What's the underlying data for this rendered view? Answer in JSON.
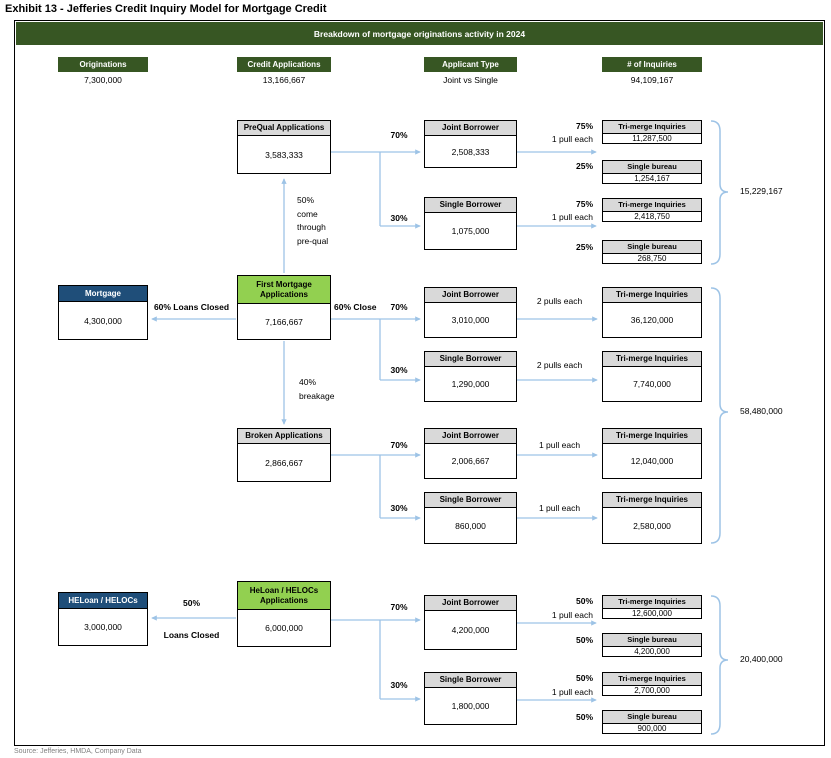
{
  "title": "Exhibit 13 - Jefferies Credit Inquiry Model for Mortgage Credit",
  "banner": "Breakdown of mortgage originations activity in 2024",
  "footer": "Source: Jefferies, HMDA, Company Data",
  "columns": {
    "originations": {
      "label": "Originations",
      "value": "7,300,000"
    },
    "credit_applications": {
      "label": "Credit Applications",
      "value": "13,166,667"
    },
    "applicant_type": {
      "label": "Applicant Type",
      "value": "Joint vs Single"
    },
    "inquiries": {
      "label": "# of Inquiries",
      "value": "94,109,167"
    }
  },
  "nodes": {
    "prequal": {
      "header": "PreQual Applications",
      "value": "3,583,333"
    },
    "joint1": {
      "header": "Joint Borrower",
      "value": "2,508,333"
    },
    "single1": {
      "header": "Single Borrower",
      "value": "1,075,000"
    },
    "tri1a": {
      "header": "Tri-merge Inquiries",
      "value": "11,287,500"
    },
    "sb1a": {
      "header": "Single bureau",
      "value": "1,254,167"
    },
    "tri1b": {
      "header": "Tri-merge Inquiries",
      "value": "2,418,750"
    },
    "sb1b": {
      "header": "Single bureau",
      "value": "268,750"
    },
    "mortgage": {
      "header": "Mortgage",
      "value": "4,300,000"
    },
    "fma": {
      "header": "First Mortgage Applications",
      "value": "7,166,667"
    },
    "joint2": {
      "header": "Joint Borrower",
      "value": "3,010,000"
    },
    "tri2a": {
      "header": "Tri-merge Inquiries",
      "value": "36,120,000"
    },
    "single2": {
      "header": "Single Borrower",
      "value": "1,290,000"
    },
    "tri2b": {
      "header": "Tri-merge Inquiries",
      "value": "7,740,000"
    },
    "broken": {
      "header": "Broken Applications",
      "value": "2,866,667"
    },
    "joint3": {
      "header": "Joint Borrower",
      "value": "2,006,667"
    },
    "tri3a": {
      "header": "Tri-merge Inquiries",
      "value": "12,040,000"
    },
    "single3": {
      "header": "Single Borrower",
      "value": "860,000"
    },
    "tri3b": {
      "header": "Tri-merge Inquiries",
      "value": "2,580,000"
    },
    "heloc": {
      "header": "HELoan / HELOCs",
      "value": "3,000,000"
    },
    "helocapp": {
      "header": "HeLoan / HELOCs Applications",
      "value": "6,000,000"
    },
    "joint4": {
      "header": "Joint Borrower",
      "value": "4,200,000"
    },
    "tri4a": {
      "header": "Tri-merge Inquiries",
      "value": "12,600,000"
    },
    "sb4a": {
      "header": "Single bureau",
      "value": "4,200,000"
    },
    "single4": {
      "header": "Single Borrower",
      "value": "1,800,000"
    },
    "tri4b": {
      "header": "Tri-merge Inquiries",
      "value": "2,700,000"
    },
    "sb4b": {
      "header": "Single bureau",
      "value": "900,000"
    }
  },
  "labels": {
    "s1_p70": "70%",
    "s1_p30": "30%",
    "s1_p75_joint": "75%",
    "s1_pull_joint": "1 pull each",
    "s1_p25_joint": "25%",
    "s1_p75_single": "75%",
    "s1_pull_single": "1 pull each",
    "s1_p25_single": "25%",
    "prequal_feedback": [
      "50%",
      "come",
      "through",
      "pre-qual"
    ],
    "s2_loans_closed": "60% Loans Closed",
    "s2_close": "60% Close",
    "s2_p70": "70%",
    "s2_p30": "30%",
    "s2_pulls_joint": "2 pulls each",
    "s2_pulls_single": "2 pulls each",
    "breakage": [
      "40%",
      "breakage"
    ],
    "s3_p70": "70%",
    "s3_p30": "30%",
    "s3_pull_joint": "1 pull each",
    "s3_pull_single": "1 pull each",
    "s4_pct": "50%",
    "s4_loans_closed": "Loans Closed",
    "s4_p70": "70%",
    "s4_p30": "30%",
    "s4_pull_joint": "1 pull each",
    "s4_pull_single": "1 pull each",
    "s4_p50_tri_joint": "50%",
    "s4_p50_sb_joint": "50%",
    "s4_p50_tri_single": "50%",
    "s4_p50_sb_single": "50%"
  },
  "totals": {
    "prequal": "15,229,167",
    "first_mortgage": "58,480,000",
    "heloc": "20,400,000"
  },
  "colors": {
    "dark_green": "#375623",
    "bright_green": "#92D050",
    "navy": "#1F4E79",
    "header_gray": "#D9D9D9",
    "connector_blue": "#9DC3E6"
  }
}
